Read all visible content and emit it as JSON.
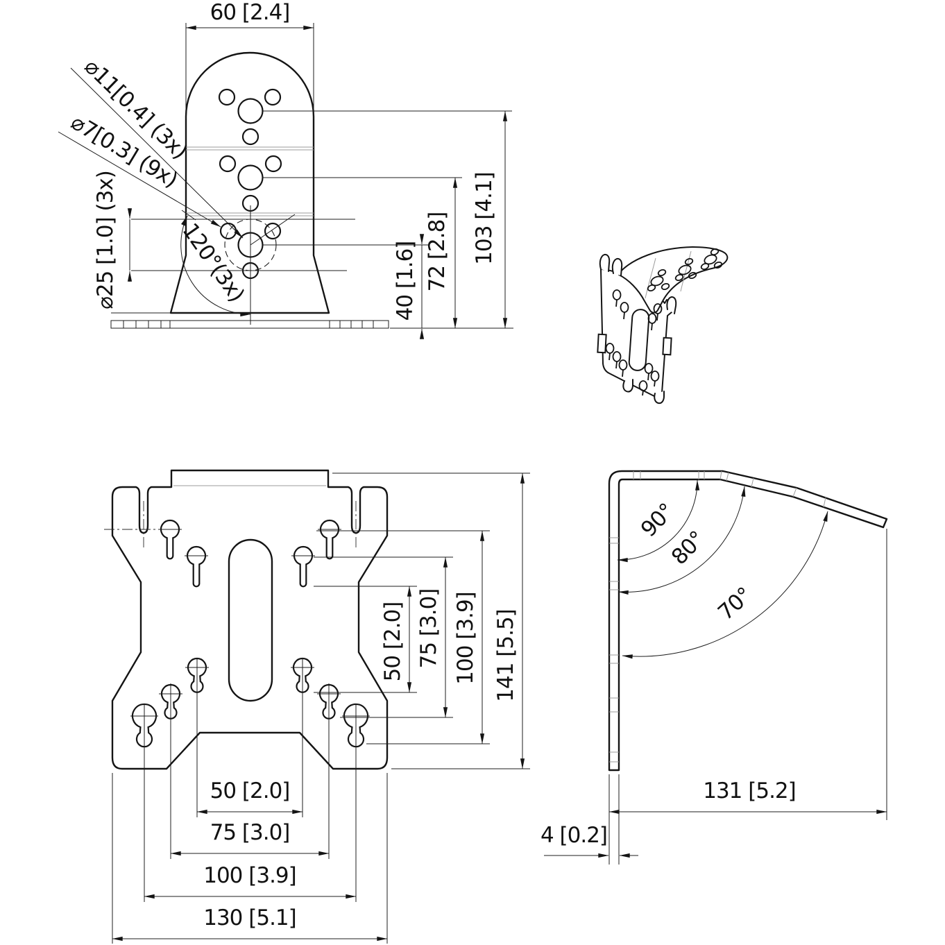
{
  "drawing": {
    "background": "#ffffff",
    "line_color": "#141414",
    "bend_line_color": "#9b9b9b",
    "views": {
      "front": {
        "name": "front-view",
        "dims": {
          "width": "60 [2.4]",
          "hole_large": "⌀11[0.4] (3x)",
          "hole_small": "⌀7[0.3] (9x)",
          "bolt_circle": "⌀25 [1.0] (3x)",
          "angle": "120°(3x)",
          "height_40": "40 [1.6]",
          "height_72": "72 [2.8]",
          "height_103": "103 [4.1]"
        }
      },
      "isometric": {
        "name": "isometric-view"
      },
      "plate": {
        "name": "plate-rear-view",
        "dims": {
          "v50": "50 [2.0]",
          "v75": "75 [3.0]",
          "v100": "100 [3.9]",
          "v141": "141 [5.5]",
          "h50": "50 [2.0]",
          "h75": "75 [3.0]",
          "h100": "100 [3.9]",
          "h130": "130 [5.1]"
        }
      },
      "side": {
        "name": "side-view",
        "dims": {
          "tilt_90": "90°",
          "tilt_80": "80°",
          "tilt_70": "70°",
          "depth": "131 [5.2]",
          "thickness": "4 [0.2]"
        }
      }
    }
  }
}
